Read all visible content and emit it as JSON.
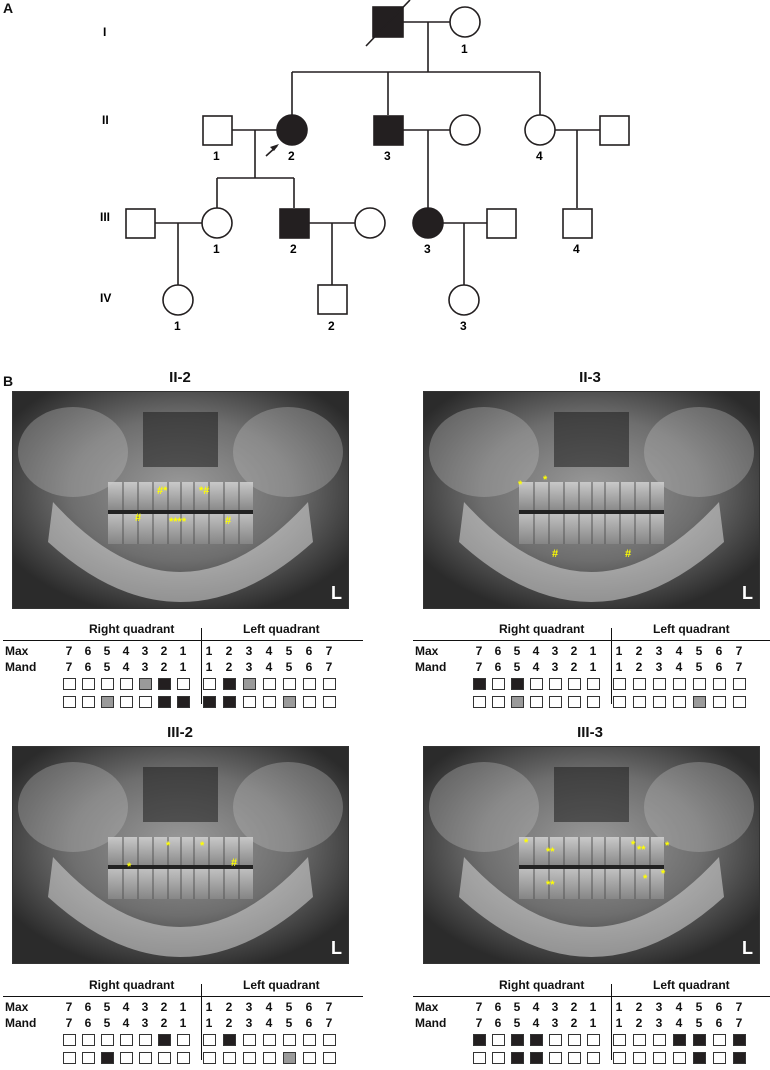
{
  "panels": {
    "a": "A",
    "b": "B"
  },
  "pedigree": {
    "generations": [
      "I",
      "II",
      "III",
      "IV"
    ],
    "labels": {
      "I1": "1",
      "II1": "1",
      "II2": "2",
      "II3": "3",
      "II4": "4",
      "III1": "1",
      "III2": "2",
      "III3": "3",
      "III4": "4",
      "IV1": "1",
      "IV2": "2",
      "IV3": "3"
    }
  },
  "xrays": [
    {
      "title": "II-2",
      "marks": [
        "#*",
        "*#",
        "#",
        "****",
        "#"
      ],
      "corner": "L"
    },
    {
      "title": "II-3",
      "marks": [
        "*",
        "*",
        "#",
        "#"
      ],
      "corner": "L"
    },
    {
      "title": "III-2",
      "marks": [
        "*",
        "*",
        "*",
        "#"
      ],
      "corner": "L"
    },
    {
      "title": "III-3",
      "marks": [
        "*",
        "**",
        "**",
        "*",
        "**",
        "*",
        "*",
        "*"
      ],
      "corner": "L"
    }
  ],
  "charts_common": {
    "right_quadrant": "Right quadrant",
    "left_quadrant": "Left quadrant",
    "row_max": "Max",
    "row_mand": "Mand",
    "right_numbers": [
      "7",
      "6",
      "5",
      "4",
      "3",
      "2",
      "1"
    ],
    "left_numbers": [
      "1",
      "2",
      "3",
      "4",
      "5",
      "6",
      "7"
    ]
  },
  "charts": [
    {
      "id": "II-2",
      "max": [
        "w",
        "w",
        "w",
        "w",
        "g",
        "b",
        "w",
        "w",
        "b",
        "g",
        "w",
        "w",
        "w",
        "w"
      ],
      "mand": [
        "w",
        "w",
        "g",
        "w",
        "w",
        "b",
        "b",
        "b",
        "b",
        "w",
        "w",
        "g",
        "w",
        "w"
      ]
    },
    {
      "id": "II-3",
      "max": [
        "b",
        "w",
        "b",
        "w",
        "w",
        "w",
        "w",
        "w",
        "w",
        "w",
        "w",
        "w",
        "w",
        "w"
      ],
      "mand": [
        "w",
        "w",
        "g",
        "w",
        "w",
        "w",
        "w",
        "w",
        "w",
        "w",
        "w",
        "g",
        "w",
        "w"
      ]
    },
    {
      "id": "III-2",
      "max": [
        "w",
        "w",
        "w",
        "w",
        "w",
        "b",
        "w",
        "w",
        "b",
        "w",
        "w",
        "w",
        "w",
        "w"
      ],
      "mand": [
        "w",
        "w",
        "b",
        "w",
        "w",
        "w",
        "w",
        "w",
        "w",
        "w",
        "w",
        "g",
        "w",
        "w"
      ]
    },
    {
      "id": "III-3",
      "max": [
        "b",
        "w",
        "b",
        "b",
        "w",
        "w",
        "w",
        "w",
        "w",
        "w",
        "b",
        "b",
        "w",
        "b"
      ],
      "mand": [
        "w",
        "w",
        "b",
        "b",
        "w",
        "w",
        "w",
        "w",
        "w",
        "w",
        "w",
        "b",
        "w",
        "b"
      ]
    }
  ]
}
